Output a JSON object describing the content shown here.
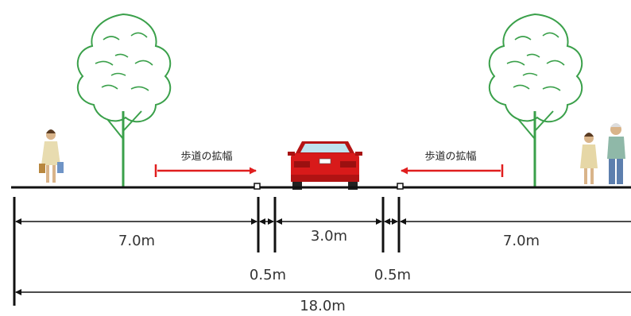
{
  "labels": {
    "sidewalk_widening_left": "歩道の拡幅",
    "sidewalk_widening_right": "歩道の拡幅"
  },
  "dimensions": {
    "left_sidewalk": "7.0m",
    "left_buffer": "0.5m",
    "roadway": "3.0m",
    "right_buffer": "0.5m",
    "right_sidewalk": "7.0m",
    "total": "18.0m"
  },
  "colors": {
    "widening_arrow": "#e01e1e",
    "tree": "#3aa04a",
    "car": "#d81a1a",
    "line": "#111111",
    "text": "#333333"
  }
}
